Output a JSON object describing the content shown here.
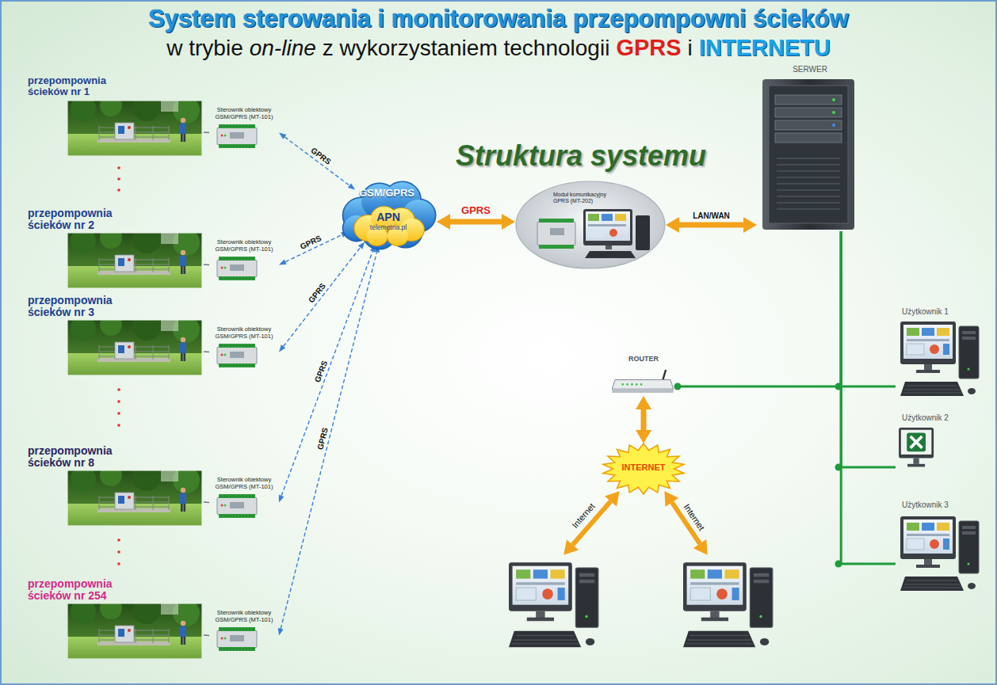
{
  "diagram": {
    "title": "System sterowania i monitorowania przepompowni ścieków",
    "nodes": [
      {
        "text": [
          "przepompownia ścieków nr 1"
        ]
      },
      {
        "text": [
          "Sterownik obiektowy GSM/GPRS (MT-101)"
        ]
      },
      {
        "text": [
          "przepompownia ścieków nr 2"
        ]
      },
      {
        "text": [
          "Sterownik obiektowy GSM/GPRS (MT-101)"
        ]
      },
      {
        "text": [
          "przepompownia ścieków nr 3"
        ]
      },
      {
        "text": [
          "Sterownik obiektowy GSM/GPRS (MT-101)"
        ]
      },
      {
        "text": [
          "przepompownia ścieków nr 8"
        ]
      },
      {
        "text": [
          "Sterownik obiektowy GSM/GPRS (MT-101)"
        ]
      },
      {
        "text": [
          "przepompownia ścieków nr 254"
        ]
      },
      {
        "text": [
          "Sterownik obiektowy GSM/GPRS (MT-101)"
        ]
      },
      {
        "text": [
          "GSM/GPRS"
        ]
      },
      {
        "text": [
          "APN",
          "telemetria.pl"
        ],
        "in": 10
      },
      {
        "text": [
          "Moduł komunikacyjny GPRS (MT-202)"
        ]
      },
      {
        "text": [
          "SERWER"
        ]
      },
      {
        "text": [
          "ROUTER"
        ]
      },
      {
        "text": [
          "INTERNET"
        ]
      },
      {
        "text": [
          "Użytkownik 1"
        ]
      },
      {
        "text": [
          "Użytkownik 2"
        ]
      },
      {
        "text": [
          "Użytkownik 3"
        ]
      }
    ],
    "edges": [
      {
        "from": 0,
        "to": 1,
        "arrow": "none"
      },
      {
        "from": 1,
        "to": 10,
        "label": "GPRS",
        "arrow": "both"
      },
      {
        "from": 2,
        "to": 3,
        "arrow": "none"
      },
      {
        "from": 3,
        "to": 10,
        "label": "GPRS",
        "arrow": "both"
      },
      {
        "from": 4,
        "to": 5,
        "arrow": "none"
      },
      {
        "from": 5,
        "to": 10,
        "label": "GPRS",
        "arrow": "both"
      },
      {
        "from": 6,
        "to": 7,
        "arrow": "none"
      },
      {
        "from": 7,
        "to": 10,
        "label": "GPRS",
        "arrow": "both"
      },
      {
        "from": 8,
        "to": 9,
        "arrow": "none"
      },
      {
        "from": 9,
        "to": 10,
        "label": "GPRS",
        "arrow": "both"
      },
      {
        "from": 10,
        "to": 12,
        "label": "GPRS",
        "arrow": "both"
      },
      {
        "from": 12,
        "to": 13,
        "label": "LAN/WAN",
        "arrow": "both"
      },
      {
        "from": 14,
        "to": 13,
        "arrow": "none"
      },
      {
        "from": 13,
        "to": 16,
        "arrow": "none"
      },
      {
        "from": 13,
        "to": 17,
        "arrow": "none"
      },
      {
        "from": 13,
        "to": 18,
        "arrow": "none"
      },
      {
        "from": 14,
        "to": 15,
        "arrow": "both"
      }
    ],
    "labels": [
      "w trybie",
      "on-line",
      "z wykorzystaniem technologii",
      "GPRS",
      "i",
      "INTERNETU",
      "Struktura systemu",
      "Internet",
      "Internet"
    ]
  }
}
